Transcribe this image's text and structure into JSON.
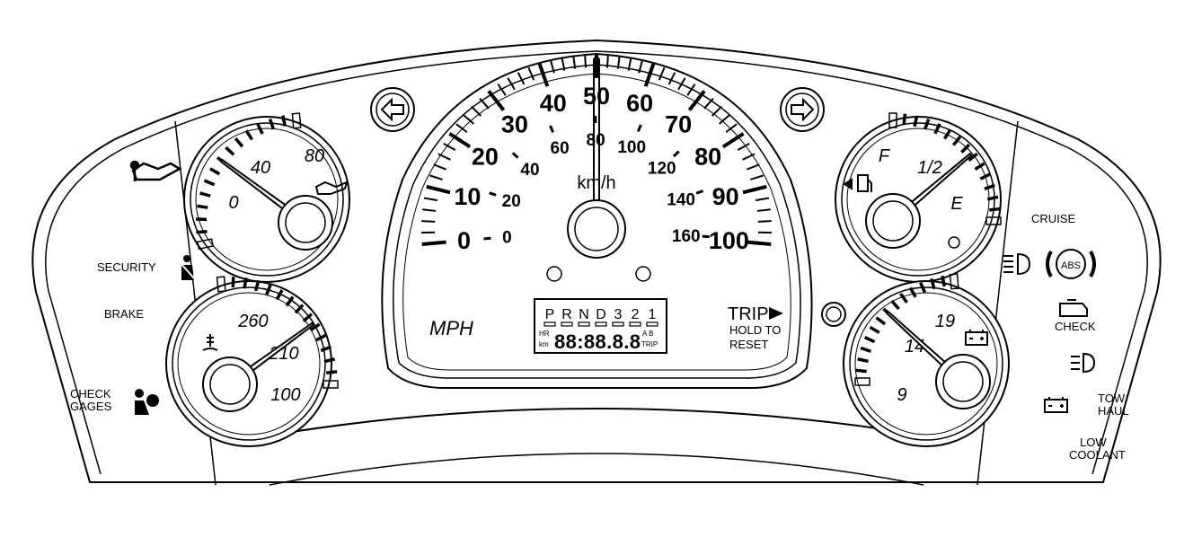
{
  "speedometer": {
    "mph_labels": [
      "0",
      "10",
      "20",
      "30",
      "40",
      "50",
      "60",
      "70",
      "80",
      "90",
      "100"
    ],
    "kmh_labels": [
      "0",
      "20",
      "40",
      "60",
      "80",
      "100",
      "120",
      "140",
      "160"
    ],
    "unit_mph": "MPH",
    "unit_kmh": "km/h",
    "needle_mph": 50
  },
  "prndl": {
    "gears": [
      "P",
      "R",
      "N",
      "D",
      "3",
      "2",
      "1"
    ],
    "hr_label": "HR",
    "km_label": "km",
    "odo_text": "88:88.8.8",
    "ab_label": "A B",
    "trip_small": "TRIP"
  },
  "trip": {
    "trip_label": "TRIP",
    "hold_to": "HOLD TO",
    "reset": "RESET"
  },
  "oil_gauge": {
    "labels": [
      "0",
      "40",
      "80"
    ],
    "min": 0,
    "max": 80,
    "needle": 40
  },
  "temp_gauge": {
    "labels": [
      "260",
      "210",
      "100"
    ],
    "needle_fraction": 0.62
  },
  "fuel_gauge": {
    "labels": [
      "F",
      "1/2",
      "E"
    ],
    "needle_fraction": 0.55
  },
  "volt_gauge": {
    "labels": [
      "9",
      "14",
      "19"
    ],
    "min": 9,
    "max": 19,
    "needle": 14
  },
  "left_panel": {
    "security": "SECURITY",
    "brake": "BRAKE",
    "check_gages_1": "CHECK",
    "check_gages_2": "GAGES"
  },
  "right_panel": {
    "cruise": "CRUISE",
    "abs": "ABS",
    "check": "CHECK",
    "tow_1": "TOW/",
    "tow_2": "HAUL",
    "low_1": "LOW",
    "low_2": "COOLANT"
  },
  "icons": [
    "oil-can-icon",
    "seatbelt-icon",
    "airbag-icon",
    "coolant-temp-icon",
    "fuel-pump-icon",
    "battery-icon",
    "headlight-icon",
    "abs-icon",
    "engine-check-icon",
    "fog-light-icon",
    "turn-left-icon",
    "turn-right-icon"
  ]
}
